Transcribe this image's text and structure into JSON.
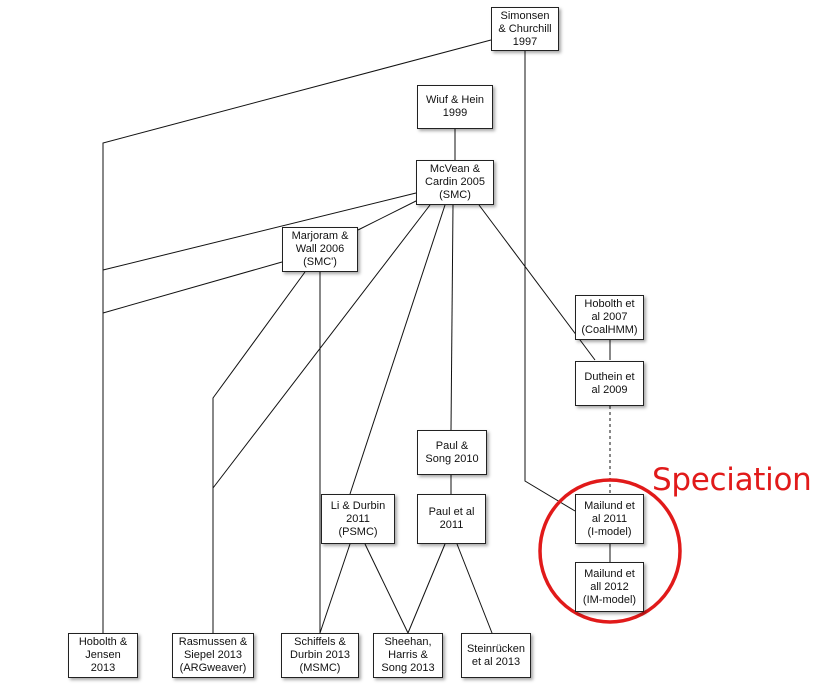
{
  "nodes": {
    "simonsen": "Simonsen\n& Churchill\n1997",
    "wiuf": "Wiuf & Hein\n1999",
    "mcvean": "McVean &\nCardin 2005\n(SMC)",
    "marjoram": "Marjoram &\nWall 2006\n(SMC')",
    "hobolth2007": "Hobolth et\nal 2007\n(CoalHMM)",
    "duthein": "Duthein et\nal 2009",
    "paul2010": "Paul &\nSong 2010",
    "li": "Li & Durbin\n2011\n(PSMC)",
    "paul2011": "Paul et al\n2011",
    "mailund2011": "Mailund et\nal 2011\n(I-model)",
    "mailund2012": "Mailund et\nall 2012\n(IM-model)",
    "hobolth2013": "Hobolth &\nJensen\n2013",
    "rasmussen": "Rasmussen &\nSiepel 2013\n(ARGweaver)",
    "schiffels": "Schiffels &\nDurbin 2013\n(MSMC)",
    "sheehan": "Sheehan,\nHarris &\nSong 2013",
    "steinrucken": "Steinrücken\net al 2013"
  },
  "annotation": {
    "label": "Speciation",
    "color": "#e11a1a"
  }
}
